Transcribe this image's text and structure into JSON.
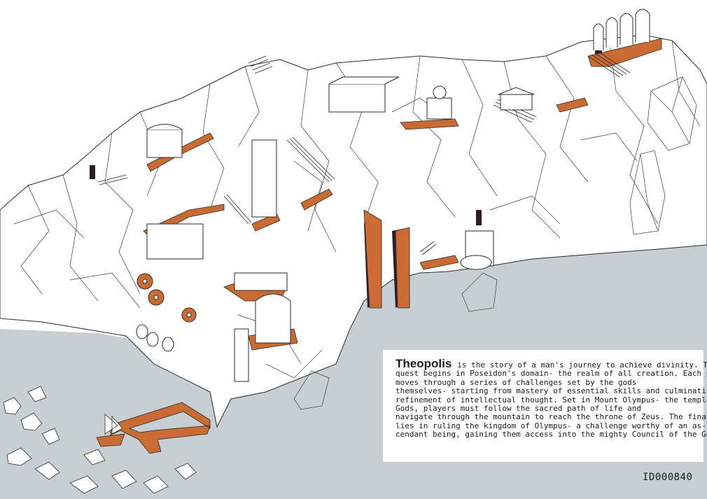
{
  "poster": {
    "title": "Theopolis",
    "lines": [
      "is the story of a man's journey to achieve divinity. The",
      "quest begins in Poseidon's domain- the realm of all creation. Each player",
      "moves through a series of challenges set by the gods",
      "themselves- starting from mastery of essential skills and culminating in",
      "refinement of intellectual thought. Set in Mount Olympus- the temple of the",
      "Gods, players must follow the sacred path of life and",
      "navigate through the mountain to reach the throne of Zeus. The final task",
      "lies in ruling the kingdom of Olympus- a challenge worthy of an as-",
      "cendant being, gaining them access into the mighty Council of the Gods."
    ],
    "id_label": "ID000840"
  },
  "colors": {
    "sea": "#c8cfd3",
    "rock": "#ffffff",
    "outline": "#2a2a2a",
    "path": "#c96b33",
    "dark": "#2c1e2a"
  }
}
